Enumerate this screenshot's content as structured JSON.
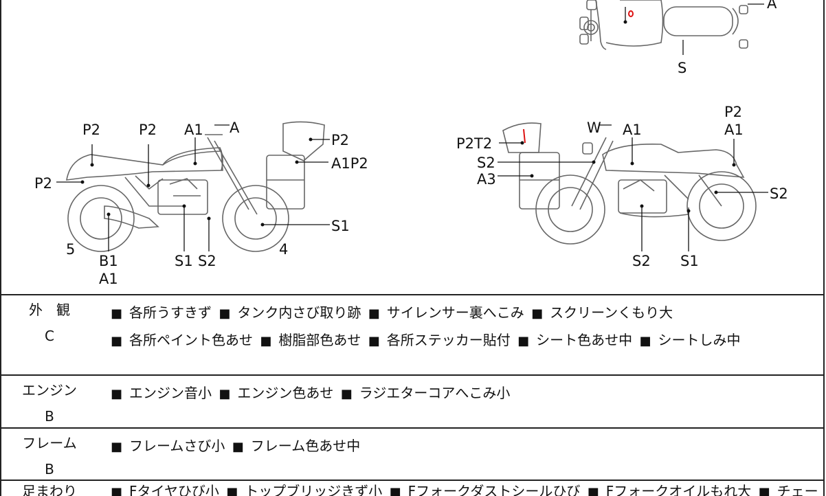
{
  "diagram": {
    "top_view_labels": [
      "A",
      "S"
    ],
    "left_view_labels": [
      "P2",
      "P2",
      "A1",
      "A",
      "P2",
      "A1P2",
      "P2",
      "S1",
      "5",
      "B1",
      "A1",
      "S1",
      "S2",
      "4"
    ],
    "right_view_labels": [
      "W",
      "A1",
      "P2",
      "A1",
      "P2T2",
      "S2",
      "A3",
      "S2",
      "S2",
      "S1"
    ]
  },
  "sections": [
    {
      "category": "外　観",
      "grade": "C",
      "items": [
        "各所うすきず",
        "タンク内さび取り跡",
        "サイレンサー裏へこみ",
        "スクリーンくもり大",
        "各所ペイント色あせ",
        "樹脂部色あせ",
        "各所ステッカー貼付",
        "シート色あせ中",
        "シートしみ中"
      ]
    },
    {
      "category": "エンジン",
      "grade": "B",
      "items": [
        "エンジン音小",
        "エンジン色あせ",
        "ラジエターコアへこみ小"
      ]
    },
    {
      "category": "フレーム",
      "grade": "B",
      "items": [
        "フレームさび小",
        "フレーム色あせ中"
      ]
    },
    {
      "category": "足まわり",
      "grade": "",
      "items": [
        "Fタイヤひび小",
        "トップブリッジきず小",
        "Fフォークダストシールひび",
        "Fフォークオイルもれ大",
        "チェー"
      ]
    }
  ]
}
